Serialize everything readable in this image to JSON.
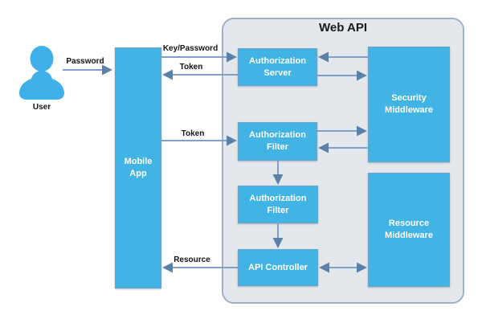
{
  "diagram": {
    "title": "Web API",
    "actor": {
      "label": "User"
    },
    "nodes": {
      "mobile_app": {
        "label": "Mobile App"
      },
      "auth_server": {
        "label": "Authorization Server"
      },
      "auth_filter_1": {
        "label": "Authorization Filter"
      },
      "auth_filter_2": {
        "label": "Authorization Filter"
      },
      "api_controller": {
        "label": "API Controller"
      },
      "security_middleware": {
        "label": "Security Middleware"
      },
      "resource_middleware": {
        "label": "Resource Middleware"
      }
    },
    "edges": [
      {
        "label": "Password",
        "from": "user",
        "to": "mobile_app"
      },
      {
        "label": "Key/Password",
        "from": "mobile_app",
        "to": "auth_server"
      },
      {
        "label": "Token",
        "from": "auth_server",
        "to": "mobile_app"
      },
      {
        "label": "Token",
        "from": "mobile_app",
        "to": "auth_filter_1"
      },
      {
        "label": "",
        "from": "security_middleware",
        "to": "auth_server"
      },
      {
        "label": "",
        "from": "auth_server",
        "to": "security_middleware"
      },
      {
        "label": "",
        "from": "auth_filter_1",
        "to": "security_middleware"
      },
      {
        "label": "",
        "from": "security_middleware",
        "to": "auth_filter_1"
      },
      {
        "label": "",
        "from": "auth_filter_1",
        "to": "auth_filter_2"
      },
      {
        "label": "",
        "from": "auth_filter_2",
        "to": "api_controller"
      },
      {
        "label": "",
        "from": "api_controller",
        "to": "resource_middleware",
        "bidirectional": true
      },
      {
        "label": "Resource",
        "from": "api_controller",
        "to": "mobile_app"
      }
    ],
    "colors": {
      "node_fill": "#41B3E4",
      "container_fill": "#E4E8ED",
      "container_border": "#9FB1C8",
      "arrow_line": "#7FA0C4",
      "arrow_head": "#5C81A8"
    }
  }
}
